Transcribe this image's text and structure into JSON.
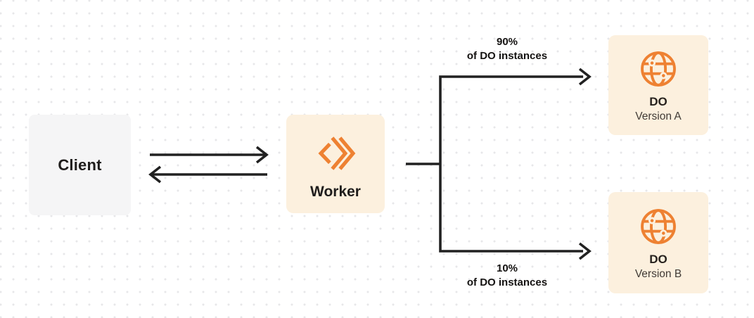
{
  "diagram": {
    "client": {
      "label": "Client"
    },
    "worker": {
      "label": "Worker"
    },
    "routes": [
      {
        "percent": "90%",
        "caption": "of DO instances",
        "node": {
          "title": "DO",
          "subtitle": "Version A"
        }
      },
      {
        "percent": "10%",
        "caption": "of DO instances",
        "node": {
          "title": "DO",
          "subtitle": "Version B"
        }
      }
    ],
    "icons": {
      "worker_icon": "workers-chevrons-icon",
      "do_icon": "globe-icon"
    },
    "colors": {
      "accent_orange": "#ee8132",
      "line_dark": "#212121",
      "client_box_bg": "#f5f5f6",
      "orange_box_bg": "#fcf0de",
      "dot_grid": "#e7e7e9"
    }
  }
}
